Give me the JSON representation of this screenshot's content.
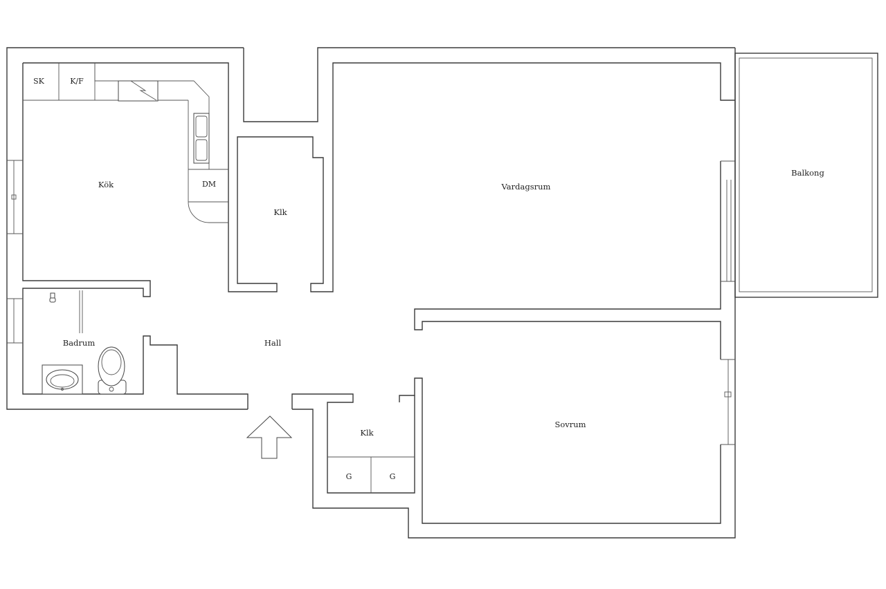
{
  "rooms": {
    "kok": "Kök",
    "vardagsrum": "Vardagsrum",
    "balkong": "Balkong",
    "klk_upper": "Klk",
    "hall": "Hall",
    "badrum": "Badrum",
    "sovrum": "Sovrum",
    "klk_lower": "Klk"
  },
  "cabinets": {
    "sk": "SK",
    "kf": "K/F",
    "dm": "DM",
    "g1": "G",
    "g2": "G"
  },
  "icons": {
    "entrance": "entrance-arrow-icon",
    "toilet": "toilet-icon",
    "sink": "sink-icon",
    "stove": "stove-icon",
    "kitchen_sink": "kitchen-sink-icon"
  }
}
